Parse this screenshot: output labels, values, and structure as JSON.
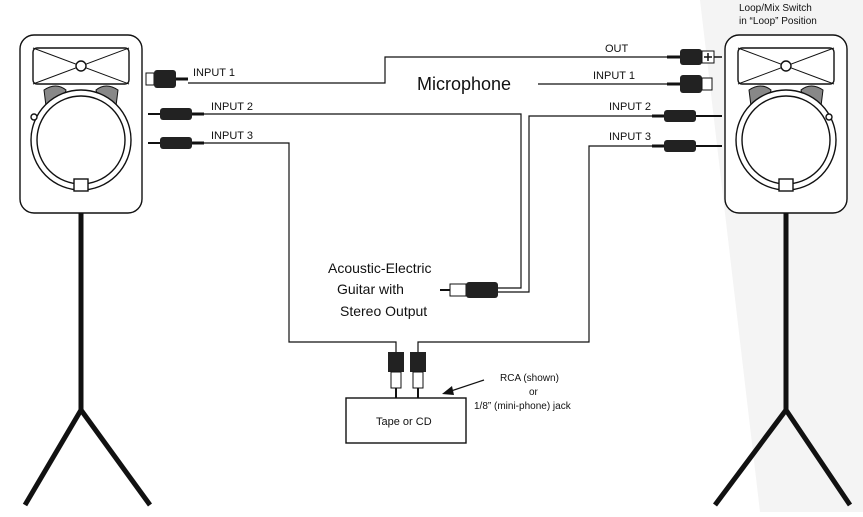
{
  "left_speaker": {
    "inputs": [
      "INPUT 1",
      "INPUT 2",
      "INPUT 3"
    ]
  },
  "right_speaker": {
    "out_label": "OUT",
    "inputs": [
      "INPUT 1",
      "INPUT 2",
      "INPUT 3"
    ],
    "switch_note": [
      "Loop/Mix Switch",
      "in “Loop” Position"
    ]
  },
  "microphone_label": "Microphone",
  "guitar_label": [
    "Acoustic-Electric",
    "Guitar with",
    "Stereo Output"
  ],
  "source_box_label": "Tape or CD",
  "connector_note": [
    "RCA (shown)",
    "or",
    "1/8” (mini-phone) jack"
  ]
}
